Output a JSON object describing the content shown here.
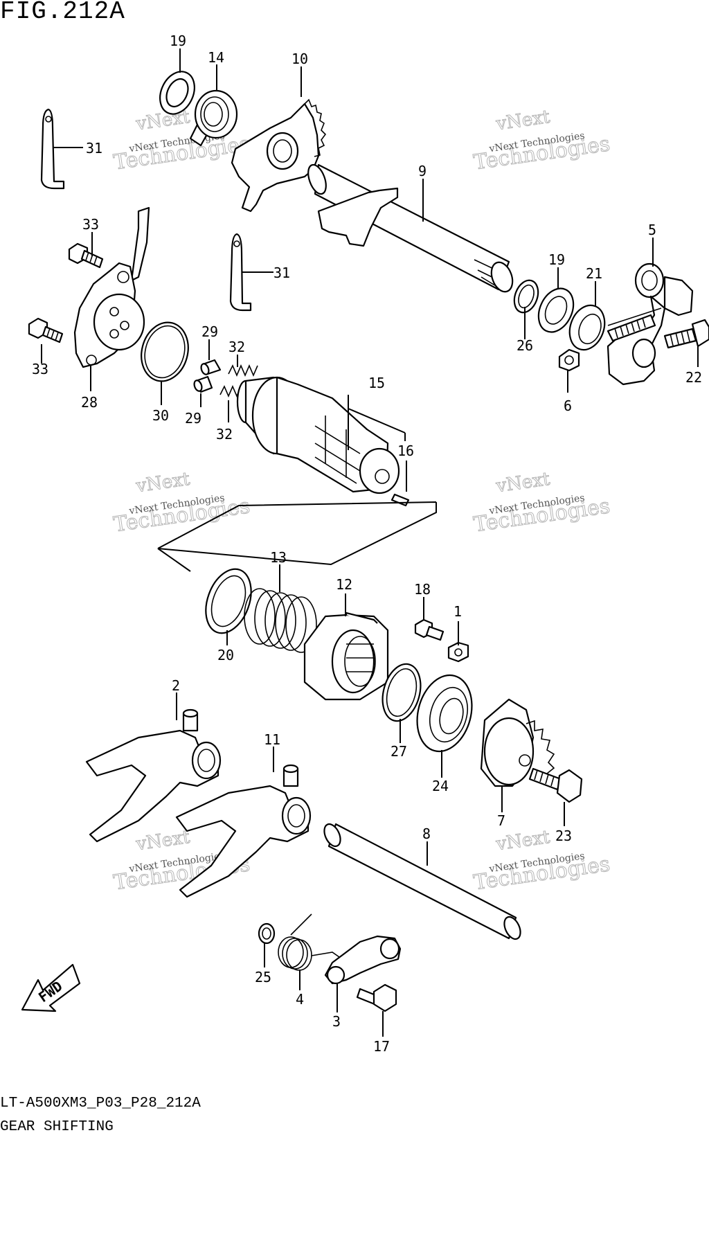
{
  "figure": {
    "title": "FIG.212A",
    "code": "LT-A500XM3_P03_P28_212A",
    "name": "GEAR SHIFTING",
    "direction_label": "FWD"
  },
  "watermark": {
    "line1": "vNext",
    "line2": "Technologies",
    "small": "vNext Technologies"
  },
  "callouts": [
    {
      "id": "19a",
      "label": "19"
    },
    {
      "id": "14",
      "label": "14"
    },
    {
      "id": "10",
      "label": "10"
    },
    {
      "id": "31a",
      "label": "31"
    },
    {
      "id": "9",
      "label": "9"
    },
    {
      "id": "5",
      "label": "5"
    },
    {
      "id": "33a",
      "label": "33"
    },
    {
      "id": "31b",
      "label": "31"
    },
    {
      "id": "19b",
      "label": "19"
    },
    {
      "id": "21",
      "label": "21"
    },
    {
      "id": "33b",
      "label": "33"
    },
    {
      "id": "29a",
      "label": "29"
    },
    {
      "id": "32a",
      "label": "32"
    },
    {
      "id": "26",
      "label": "26"
    },
    {
      "id": "22",
      "label": "22"
    },
    {
      "id": "28",
      "label": "28"
    },
    {
      "id": "30",
      "label": "30"
    },
    {
      "id": "29b",
      "label": "29"
    },
    {
      "id": "32b",
      "label": "32"
    },
    {
      "id": "15",
      "label": "15"
    },
    {
      "id": "6",
      "label": "6"
    },
    {
      "id": "16",
      "label": "16"
    },
    {
      "id": "13",
      "label": "13"
    },
    {
      "id": "12",
      "label": "12"
    },
    {
      "id": "18",
      "label": "18"
    },
    {
      "id": "1",
      "label": "1"
    },
    {
      "id": "20",
      "label": "20"
    },
    {
      "id": "2",
      "label": "2"
    },
    {
      "id": "27",
      "label": "27"
    },
    {
      "id": "11",
      "label": "11"
    },
    {
      "id": "24",
      "label": "24"
    },
    {
      "id": "7",
      "label": "7"
    },
    {
      "id": "23",
      "label": "23"
    },
    {
      "id": "8",
      "label": "8"
    },
    {
      "id": "25",
      "label": "25"
    },
    {
      "id": "4",
      "label": "4"
    },
    {
      "id": "3",
      "label": "3"
    },
    {
      "id": "17",
      "label": "17"
    }
  ]
}
